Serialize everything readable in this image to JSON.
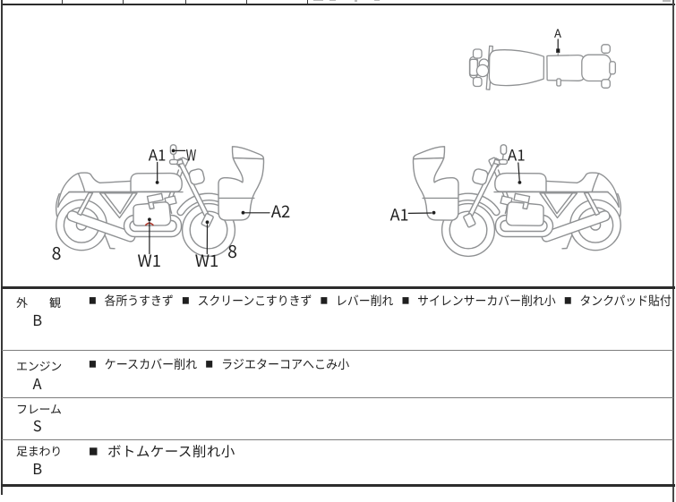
{
  "sheet": {
    "colors": {
      "drawing_gray": "#8f9193",
      "ink_black": "#1f1f1f",
      "border_dark": "#2c2c2c",
      "separator_gray": "#7d7d7d",
      "defect_mark_red": "#b03a2e"
    },
    "bullet": "■",
    "rows": [
      {
        "label": "外　観",
        "grade": "B",
        "items": [
          "各所うすきず",
          "スクリーンこすりきず",
          "レバー削れ",
          "サイレンサーカバー削れ小",
          "タンクパッド貼付"
        ]
      },
      {
        "label": "エンジン",
        "grade": "A",
        "items": [
          "ケースカバー削れ",
          "ラジエターコアへこみ小"
        ]
      },
      {
        "label": "フレーム",
        "grade": "S",
        "items": []
      },
      {
        "label": "足まわり",
        "grade": "B",
        "items": [
          "ボトムケース削れ小"
        ]
      }
    ],
    "diagram": {
      "labels": {
        "a1_left_tank": "A1",
        "w_mirror": "W",
        "a2_cowl": "A2",
        "w1_engine": "W1",
        "w1_fork": "W1",
        "eight_left": "8",
        "eight_right": "8",
        "a1_right_cowl": "A1",
        "a1_right_tank": "A1",
        "a_top": "A"
      }
    }
  }
}
